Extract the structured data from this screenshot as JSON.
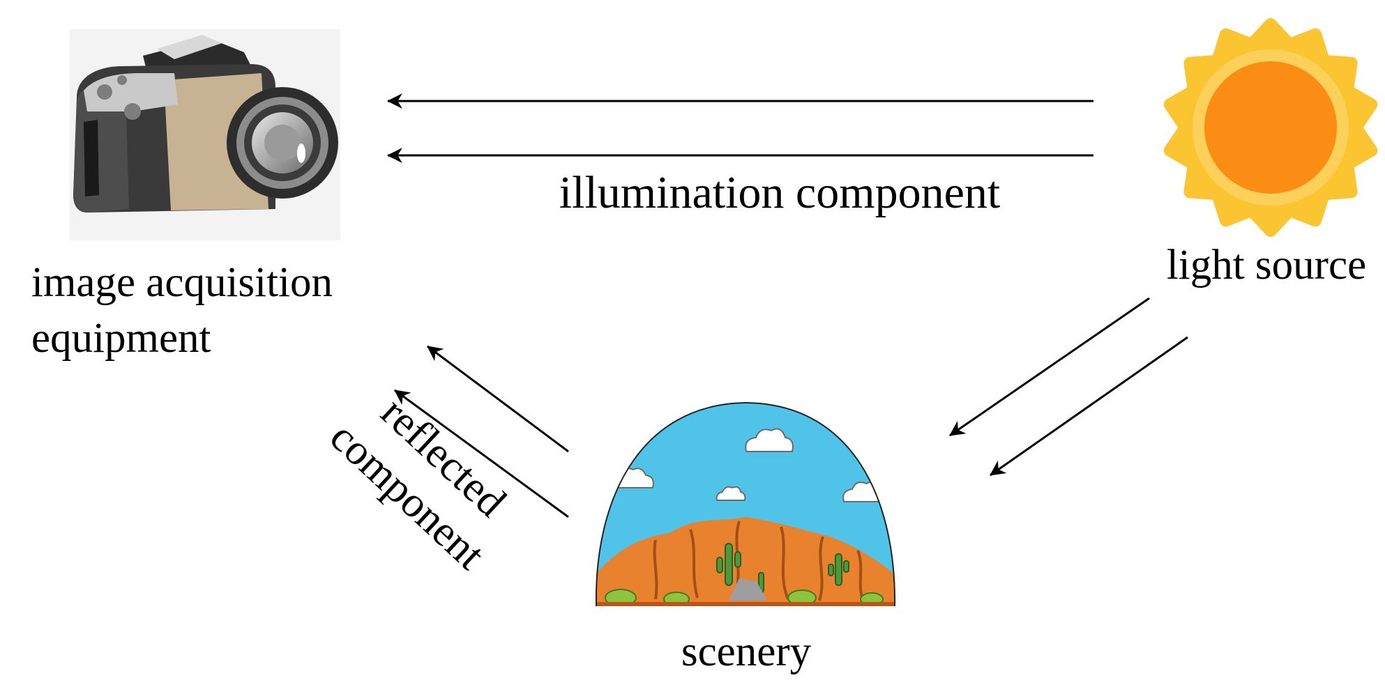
{
  "nodes": {
    "camera": {
      "label_line1": "image acquisition",
      "label_line2": "equipment",
      "icon": "camera-icon"
    },
    "light_source": {
      "label": "light source",
      "icon": "sun-icon"
    },
    "scenery": {
      "label": "scenery",
      "icon": "desert-landscape-icon"
    }
  },
  "edges": {
    "illumination": {
      "label": "illumination component"
    },
    "reflected": {
      "label_line1": "reflected",
      "label_line2": "component"
    }
  },
  "colors": {
    "sun_outer": "#FBC531",
    "sun_inner": "#FB8C14",
    "sky": "#4FC3E8",
    "rock": "#E8822E",
    "arrow": "#000000"
  }
}
